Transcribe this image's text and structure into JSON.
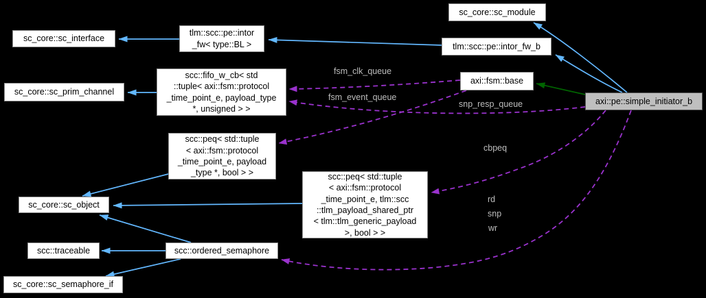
{
  "diagram": {
    "title": "axi::pe::simple_initiator_b collaboration graph",
    "colors": {
      "background": "#000000",
      "inherit_public_arrow": "#63b8ff",
      "inherit_protected_arrow": "#006400",
      "usage_arrow": "#9a32cd",
      "node_fill": "#ffffff",
      "node_border": "#8f8f8f",
      "focus_node_fill": "#bfbfbf",
      "node_text": "#000000",
      "edge_label_text": "#bdbdbd"
    },
    "nodes": [
      {
        "id": "sc_module",
        "label": "sc_core::sc_module"
      },
      {
        "id": "intor_fw",
        "label": "tlm::scc::pe::intor\n_fw< type::BL >"
      },
      {
        "id": "sc_interface",
        "label": "sc_core::sc_interface"
      },
      {
        "id": "intor_fw_b",
        "label": "tlm::scc::pe::intor_fw_b"
      },
      {
        "id": "fsm_base",
        "label": "axi::fsm::base"
      },
      {
        "id": "simple_initiator_b",
        "label": "axi::pe::simple_initiator_b"
      },
      {
        "id": "prim_channel",
        "label": "sc_core::sc_prim_channel"
      },
      {
        "id": "fifo_w_cb",
        "label": "scc::fifo_w_cb< std\n::tuple< axi::fsm::protocol\n_time_point_e, payload_type\n*, unsigned > >"
      },
      {
        "id": "peq_payload",
        "label": "scc::peq< std::tuple\n< axi::fsm::protocol\n_time_point_e, payload\n_type *, bool > >"
      },
      {
        "id": "peq_shared_ptr",
        "label": "scc::peq< std::tuple\n< axi::fsm::protocol\n_time_point_e, tlm::scc\n::tlm_payload_shared_ptr\n< tlm::tlm_generic_payload\n>, bool > >"
      },
      {
        "id": "sc_object",
        "label": "sc_core::sc_object"
      },
      {
        "id": "traceable",
        "label": "scc::traceable"
      },
      {
        "id": "ordered_semaphore",
        "label": "scc::ordered_semaphore"
      },
      {
        "id": "semaphore_if",
        "label": "sc_core::sc_semaphore_if"
      }
    ],
    "edge_labels": [
      {
        "id": "fsm_clk_queue",
        "text": "fsm_clk_queue"
      },
      {
        "id": "fsm_event_queue",
        "text": "fsm_event_queue"
      },
      {
        "id": "snp_resp_queue",
        "text": "snp_resp_queue"
      },
      {
        "id": "cbpeq",
        "text": "cbpeq"
      },
      {
        "id": "rd",
        "text": "rd"
      },
      {
        "id": "snp",
        "text": "snp"
      },
      {
        "id": "wr",
        "text": "wr"
      }
    ]
  }
}
